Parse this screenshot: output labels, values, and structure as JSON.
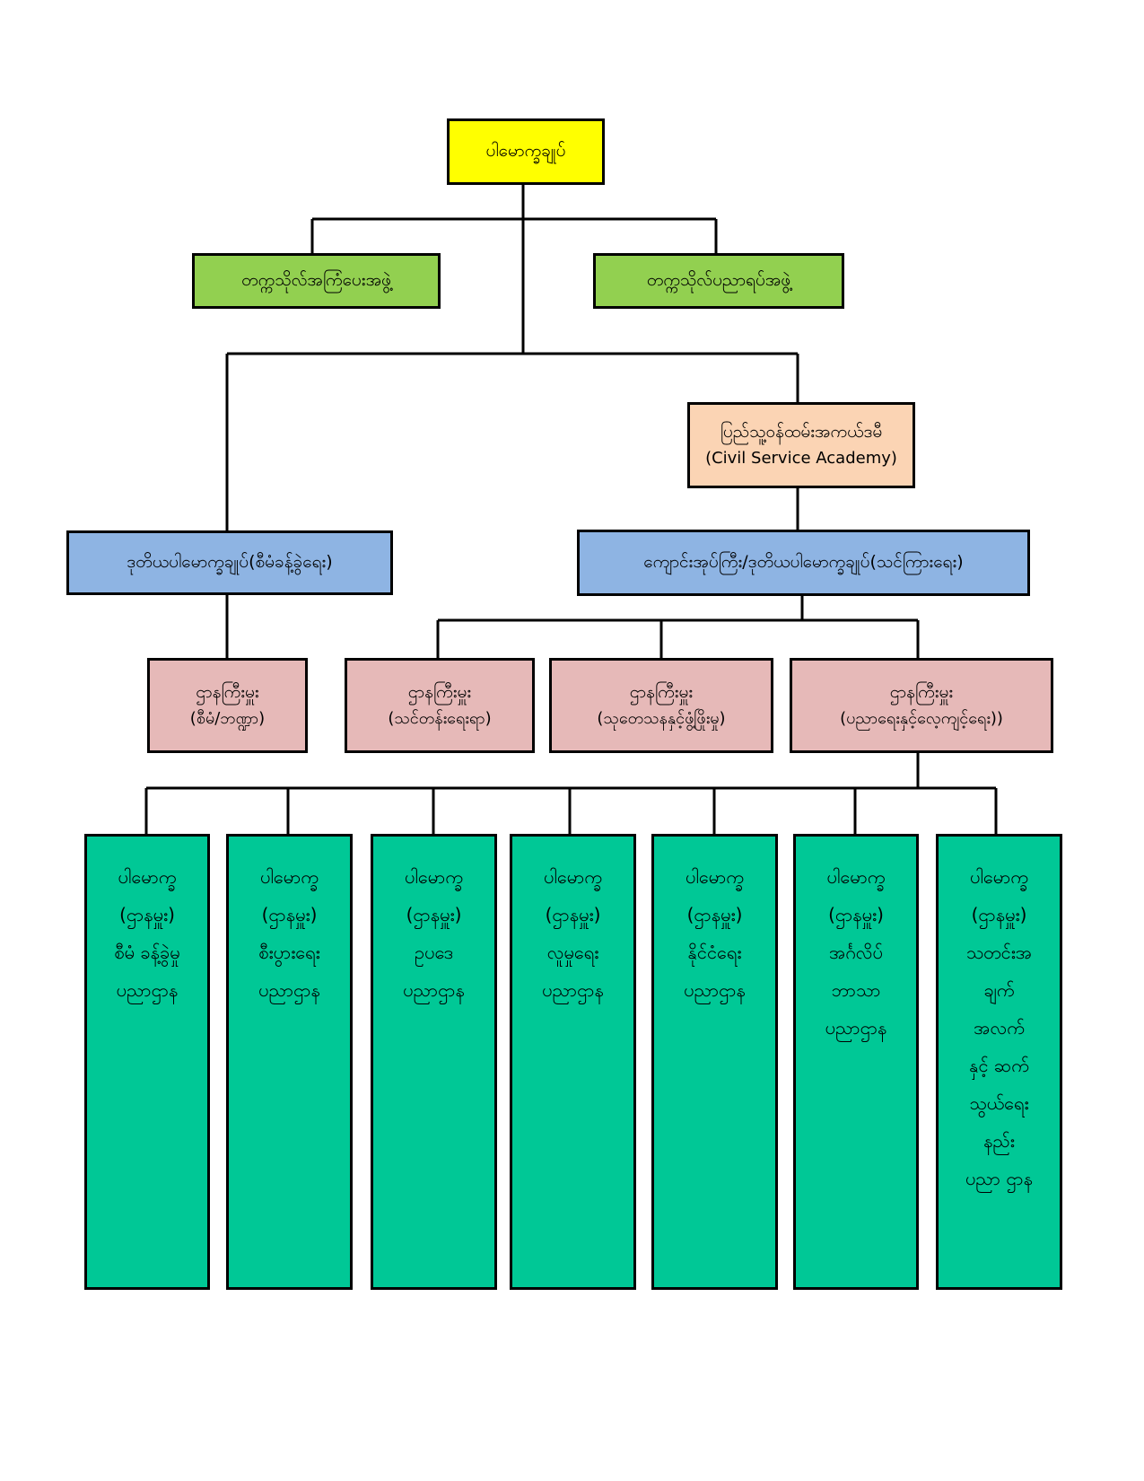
{
  "colors": {
    "top": "#ffff00",
    "boards": "#92d050",
    "academy": "#fbd4b4",
    "deputies": "#8eb4e3",
    "departments": "#e6b9b8",
    "sub_departments": "#00c896",
    "lines": "#000000"
  },
  "director_general": {
    "label": "ပါမောက္ခချုပ်"
  },
  "advisory_board": {
    "label": "တက္ကသိုလ်အကြံပေးအဖွဲ့"
  },
  "academic_board": {
    "label": "တက္ကသိုလ်ပညာရပ်အဖွဲ့"
  },
  "academy": {
    "label_my": "ပြည်သူ့ဝန်ထမ်းအကယ်ဒမီ",
    "label_en": "(Civil Service Academy)"
  },
  "deputy_admin": {
    "label": "ဒုတိယပါမောက္ခချုပ်(စီမံခန့်ခွဲရေး)"
  },
  "deputy_academic": {
    "label": "ကျောင်းအုပ်ကြီး/ဒုတိယပါမောက္ခချုပ်(သင်ကြားရေး)"
  },
  "departments": [
    {
      "title": "ဌာနကြီးမှူး",
      "sub": "(စီမံ/ဘဏ္ဍာ)"
    },
    {
      "title": "ဌာနကြီးမှူး",
      "sub": "(သင်တန်းရေးရာ)"
    },
    {
      "title": "ဌာနကြီးမှူး",
      "sub": "(သုတေသနနှင့်ဖွံ့ဖြိုးမှု)"
    },
    {
      "title": "ဌာနကြီးမှူး",
      "sub": "(ပညာရေးနှင့်လေ့ကျင့်ရေး))"
    }
  ],
  "sub_departments": [
    {
      "lines": [
        "ပါမောက္ခ",
        "(ဌာနမှူး)",
        "စီမံ ခန့်ခွဲမှု",
        "ပညာဌာန"
      ]
    },
    {
      "lines": [
        "ပါမောက္ခ",
        "(ဌာနမှူး)",
        "စီးပွားရေး",
        "ပညာဌာန"
      ]
    },
    {
      "lines": [
        "ပါမောက္ခ",
        "(ဌာနမှူး)",
        "ဥပဒေ",
        "ပညာဌာန"
      ]
    },
    {
      "lines": [
        "ပါမောက္ခ",
        "(ဌာနမှူး)",
        "လူမှုရေး",
        "ပညာဌာန"
      ]
    },
    {
      "lines": [
        "ပါမောက္ခ",
        "(ဌာနမှူး)",
        "နိုင်ငံရေး",
        "ပညာဌာန"
      ]
    },
    {
      "lines": [
        "ပါမောက္ခ",
        "(ဌာနမှူး)",
        "အင်္ဂလိပ်",
        "ဘာသာ",
        "ပညာဌာန"
      ]
    },
    {
      "lines": [
        "ပါမောက္ခ",
        "(ဌာနမှူး)",
        "သတင်းအ",
        "ချက်",
        "အလက်",
        "နှင့် ဆက်",
        "သွယ်ရေး",
        "နည်း",
        "ပညာ ဌာန"
      ]
    }
  ]
}
